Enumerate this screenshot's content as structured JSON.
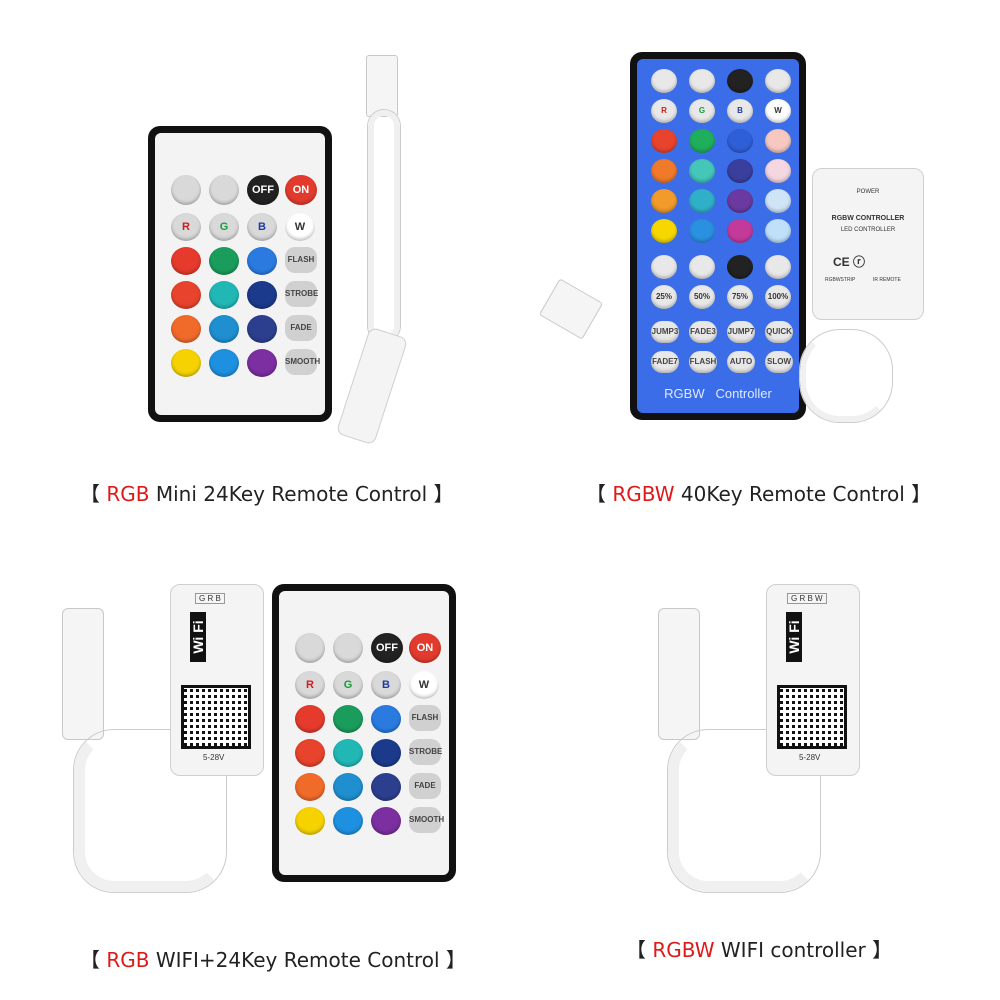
{
  "products": [
    {
      "id": "rgb-mini-24key",
      "caption_prefix": "【 ",
      "caption_highlight": "RGB",
      "caption_text": " Mini 24Key Remote Control",
      "caption_suffix": " 】"
    },
    {
      "id": "rgbw-40key",
      "caption_prefix": "【 ",
      "caption_highlight": "RGBW",
      "caption_text": " 40Key Remote Control",
      "caption_suffix": " 】"
    },
    {
      "id": "rgb-wifi-24key",
      "caption_prefix": "【 ",
      "caption_highlight": "RGB",
      "caption_text": " WIFI+24Key Remote Control",
      "caption_suffix": " 】"
    },
    {
      "id": "rgbw-wifi",
      "caption_prefix": "【 ",
      "caption_highlight": "RGBW",
      "caption_text": " WIFI controller",
      "caption_suffix": " 】"
    }
  ],
  "remote24": {
    "off": "OFF",
    "on": "ON",
    "r": "R",
    "g": "G",
    "b": "B",
    "w": "W",
    "flash": "FLASH",
    "strobe": "STROBE",
    "fade": "FADE",
    "smooth": "SMOOTH"
  },
  "remote40": {
    "r": "R",
    "g": "G",
    "b": "B",
    "w": "W",
    "p25": "25%",
    "p50": "50%",
    "p75": "75%",
    "p100": "100%",
    "jump3": "JUMP3",
    "fade3": "FADE3",
    "jump7": "JUMP7",
    "quick": "QUICK",
    "fade7": "FADE7",
    "flash": "FLASH",
    "auto": "AUTO",
    "slow": "SLOW",
    "brand": "RGBW   Controller"
  },
  "rgbw_box": {
    "title": "RGBW CONTROLLER",
    "subtitle": "LED  CONTROLLER",
    "power": "POWER",
    "rgbw_strip": "RGBWSTRIP",
    "ir_remote": "IR REMOTE"
  },
  "wifi_box": {
    "wifi_label": "Wi Fi",
    "rgb_tag": "G R B",
    "rgbw_tag": "G R B W",
    "voltage": "5-28V"
  },
  "colors": {
    "accent_red": "#e01818",
    "remote_blue": "#3b6de8"
  }
}
